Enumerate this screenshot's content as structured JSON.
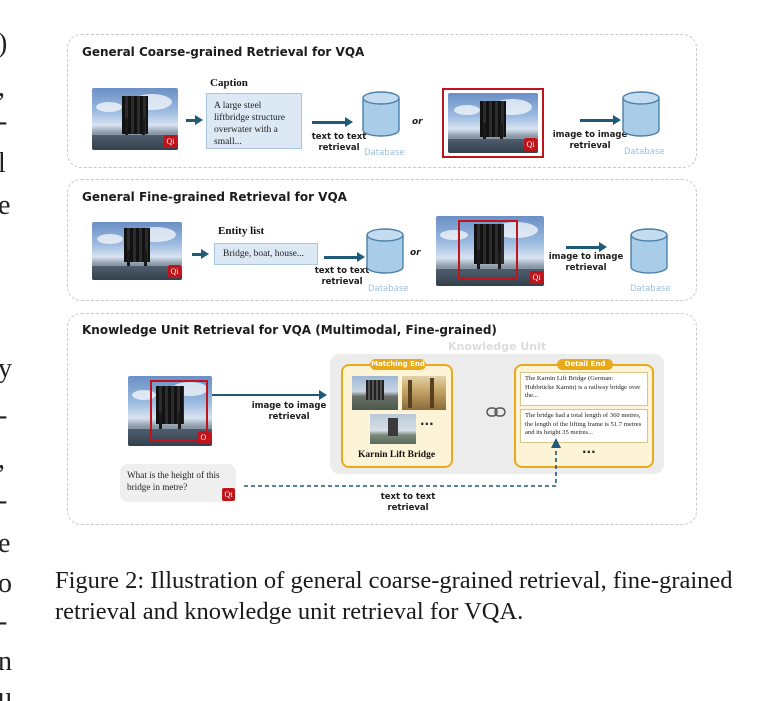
{
  "left_margin_fragments": [
    ")",
    ",",
    "-",
    "l",
    "e",
    "y",
    "-",
    ",",
    "-",
    "e",
    "o",
    "-",
    "n",
    "u"
  ],
  "panel1": {
    "title": "General Coarse-grained Retrieval for VQA",
    "caption_heading": "Caption",
    "caption_text": "A large steel liftbridge structure overwater with a small...",
    "text_to_text_label": "text to text\nretrieval",
    "or_label": "or",
    "image_to_image_label": "image to image\nretrieval",
    "database_label_a": "Database",
    "database_label_b": "Database",
    "q_badge_a": "Qi",
    "q_badge_b": "Qi"
  },
  "panel2": {
    "title": "General Fine-grained Retrieval for VQA",
    "entity_heading": "Entity list",
    "entity_text": "Bridge, boat, house...",
    "text_to_text_label": "text to text\nretrieval",
    "or_label": "or",
    "image_to_image_label": "image to image\nretrieval",
    "database_label_a": "Database",
    "database_label_b": "Database",
    "q_badge_a": "Qi",
    "q_badge_b": "Qi"
  },
  "panel3": {
    "title": "Knowledge Unit Retrieval for VQA (Multimodal, Fine-grained)",
    "knowledge_unit_label": "Knowledge Unit",
    "matching_end_label": "Matching End",
    "detail_end_label": "Detail End",
    "matching_ellipsis": "...",
    "matching_name": "Karnin Lift Bridge",
    "detail_text_1": "The Karnin Lift Bridge (German: Hubbrücke Karnin) is a railway bridge over the...",
    "detail_text_2": "The bridge had a total length of 360 metres, the length of the lifting frame is 51.7 metres and its height 35 metres...",
    "detail_ellipsis": "...",
    "image_to_image_label": "image to image\nretrieval",
    "text_to_text_label": "text to text\nretrieval",
    "question_text": "What is the height of this bridge in metre?",
    "q_badge_image": "Qi",
    "q_badge_text": "Qt"
  },
  "figure_caption": "Figure 2: Illustration of general coarse-grained retrieval, fine-grained retrieval and knowledge unit retrieval for VQA.",
  "colors": {
    "arrow": "#1f5a78",
    "database_fill": "#a9cce8",
    "highlight_red": "#c0141c",
    "panel_orange": "#e8a91a",
    "knowledge_unit_bg": "#ececec"
  }
}
